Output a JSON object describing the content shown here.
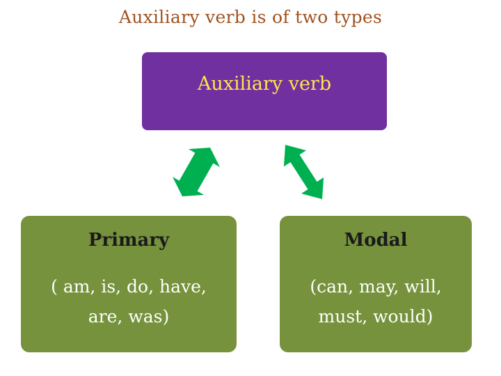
{
  "title": "Auxiliary verb is of two types",
  "root": {
    "label": "Auxiliary verb"
  },
  "types": [
    {
      "heading": "Primary",
      "lines": [
        "( am, is, do, have,",
        "are, was)"
      ]
    },
    {
      "heading": "Modal",
      "lines": [
        "(can, may, will,",
        "must, would)"
      ]
    }
  ],
  "colors": {
    "title": "#a0521f",
    "root_fill": "#7030a0",
    "root_text": "#ffe44d",
    "card_fill": "#76923c",
    "heading_text": "#1a1a1a",
    "body_text": "#ffffff",
    "arrow": "#00b050"
  }
}
